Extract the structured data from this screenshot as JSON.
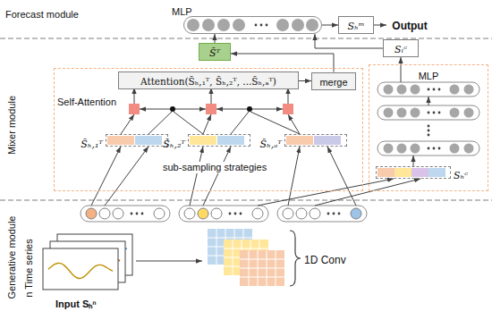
{
  "diagram": {
    "nodes": [
      {
        "text": [
          "MLP"
        ]
      },
      {
        "text": [
          "Sₕᵐ"
        ]
      },
      {
        "text": [
          "Output"
        ]
      },
      {
        "text": [
          "S̃ᵀ"
        ]
      },
      {
        "text": [
          "Sₗᶜ"
        ]
      },
      {
        "text": [
          "Self-Attention",
          "sub-sampling strategies"
        ]
      },
      {
        "text": [
          "Attention(S̃ₕ,₁ᵀ, S̃ₕ,₂ᵀ, ...S̃ₕ,ₐᵀ)"
        ],
        "in": 5
      },
      {
        "text": [
          "merge"
        ],
        "in": 5
      },
      {
        "text": [
          "S̃ₕ,₁ᵀ"
        ],
        "in": 5
      },
      {
        "text": [
          "S̃ₕ,₂ᵀ"
        ],
        "in": 5
      },
      {
        "text": [
          "S̃ₕ,ₐᵀ"
        ],
        "in": 5
      },
      {
        "text": [
          "MLP"
        ]
      },
      {
        "text": [
          "Sₕᶜ"
        ],
        "in": 11
      }
    ],
    "edges": [
      {
        "from": 0,
        "to": 1,
        "arrow": "to"
      },
      {
        "from": 1,
        "to": 2,
        "arrow": "to"
      },
      {
        "from": 3,
        "to": 0,
        "arrow": "to"
      },
      {
        "from": 4,
        "to": 0,
        "arrow": "to"
      },
      {
        "from": 11,
        "to": 4,
        "arrow": "to"
      },
      {
        "from": 6,
        "to": 7,
        "arrow": "to"
      },
      {
        "from": 7,
        "to": 3,
        "arrow": "to"
      }
    ],
    "labels": [
      "Forecast module",
      "Mixer module",
      "Generative module",
      "n Time series",
      "Input Sₕⁿ",
      "1D Conv"
    ]
  }
}
